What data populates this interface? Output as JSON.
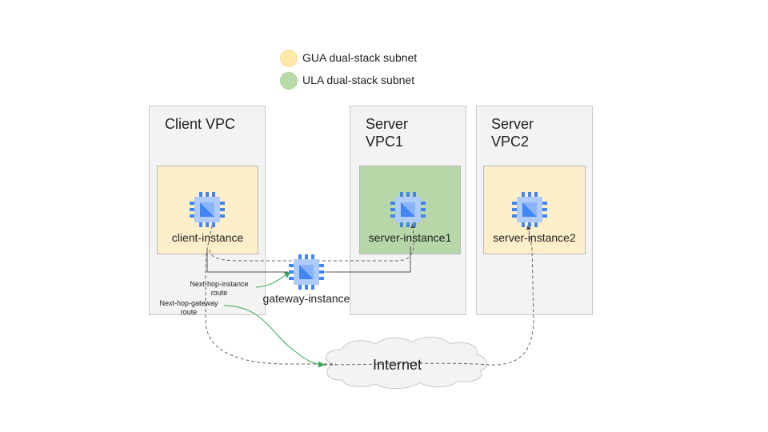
{
  "legend": [
    {
      "label": "GUA dual-stack subnet",
      "color": "#fde8a8"
    },
    {
      "label": "ULA dual-stack subnet",
      "color": "#b8d9a8"
    }
  ],
  "vpcs": [
    {
      "title": "Client VPC"
    },
    {
      "title_line1": "Server",
      "title_line2": "VPC1"
    },
    {
      "title_line1": "Server",
      "title_line2": "VPC2"
    }
  ],
  "instances": {
    "client": "client-instance",
    "server1": "server-instance1",
    "server2": "server-instance2",
    "gateway": "gateway-instance"
  },
  "routes": {
    "next_hop_instance": {
      "line1": "Next-hop-instance",
      "line2": "route"
    },
    "next_hop_gateway": {
      "line1": "Next-hop-gateway",
      "line2": "route"
    }
  },
  "internet": "Internet",
  "colors": {
    "gua_subnet": "#fdefc9",
    "ula_subnet": "#b7d7a8",
    "vpc_bg": "#f3f3f3",
    "chip_dark": "#4285f4",
    "chip_light": "#aecbfa",
    "route_green": "#34a853",
    "dashed": "#666666"
  }
}
